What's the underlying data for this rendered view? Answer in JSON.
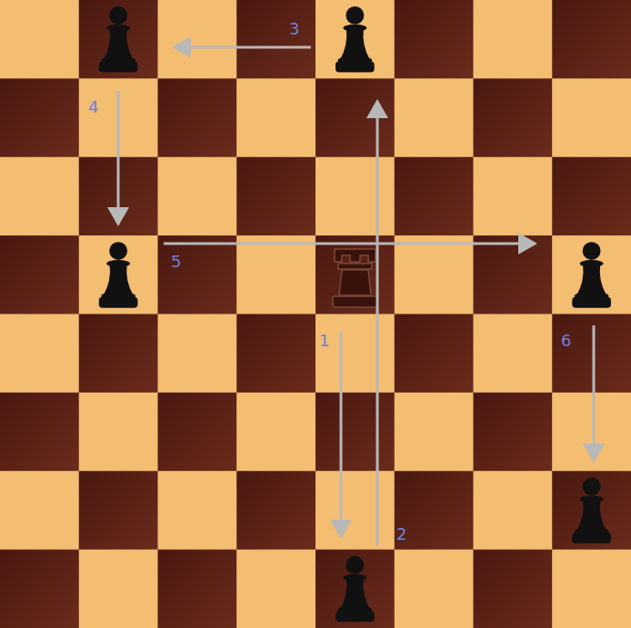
{
  "diagram": {
    "labels": [
      "3",
      "4",
      "5",
      "1",
      "6",
      "2"
    ]
  }
}
